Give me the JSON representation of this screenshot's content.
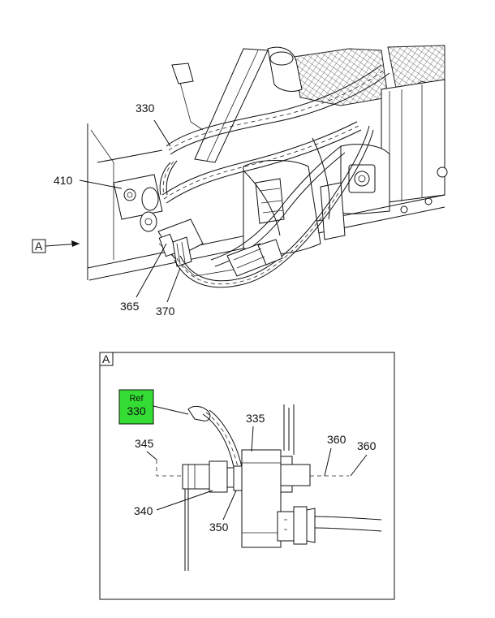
{
  "view_marker": "A",
  "detail_box_title": "A",
  "ref_box": {
    "prefix": "Ref",
    "number": "330",
    "color": "#33dd33"
  },
  "callouts_main": {
    "c330": "330",
    "c410": "410",
    "c365": "365",
    "c370": "370"
  },
  "callouts_detail": {
    "c335": "335",
    "c345": "345",
    "c360a": "360",
    "c360b": "360",
    "c340": "340",
    "c350": "350"
  }
}
